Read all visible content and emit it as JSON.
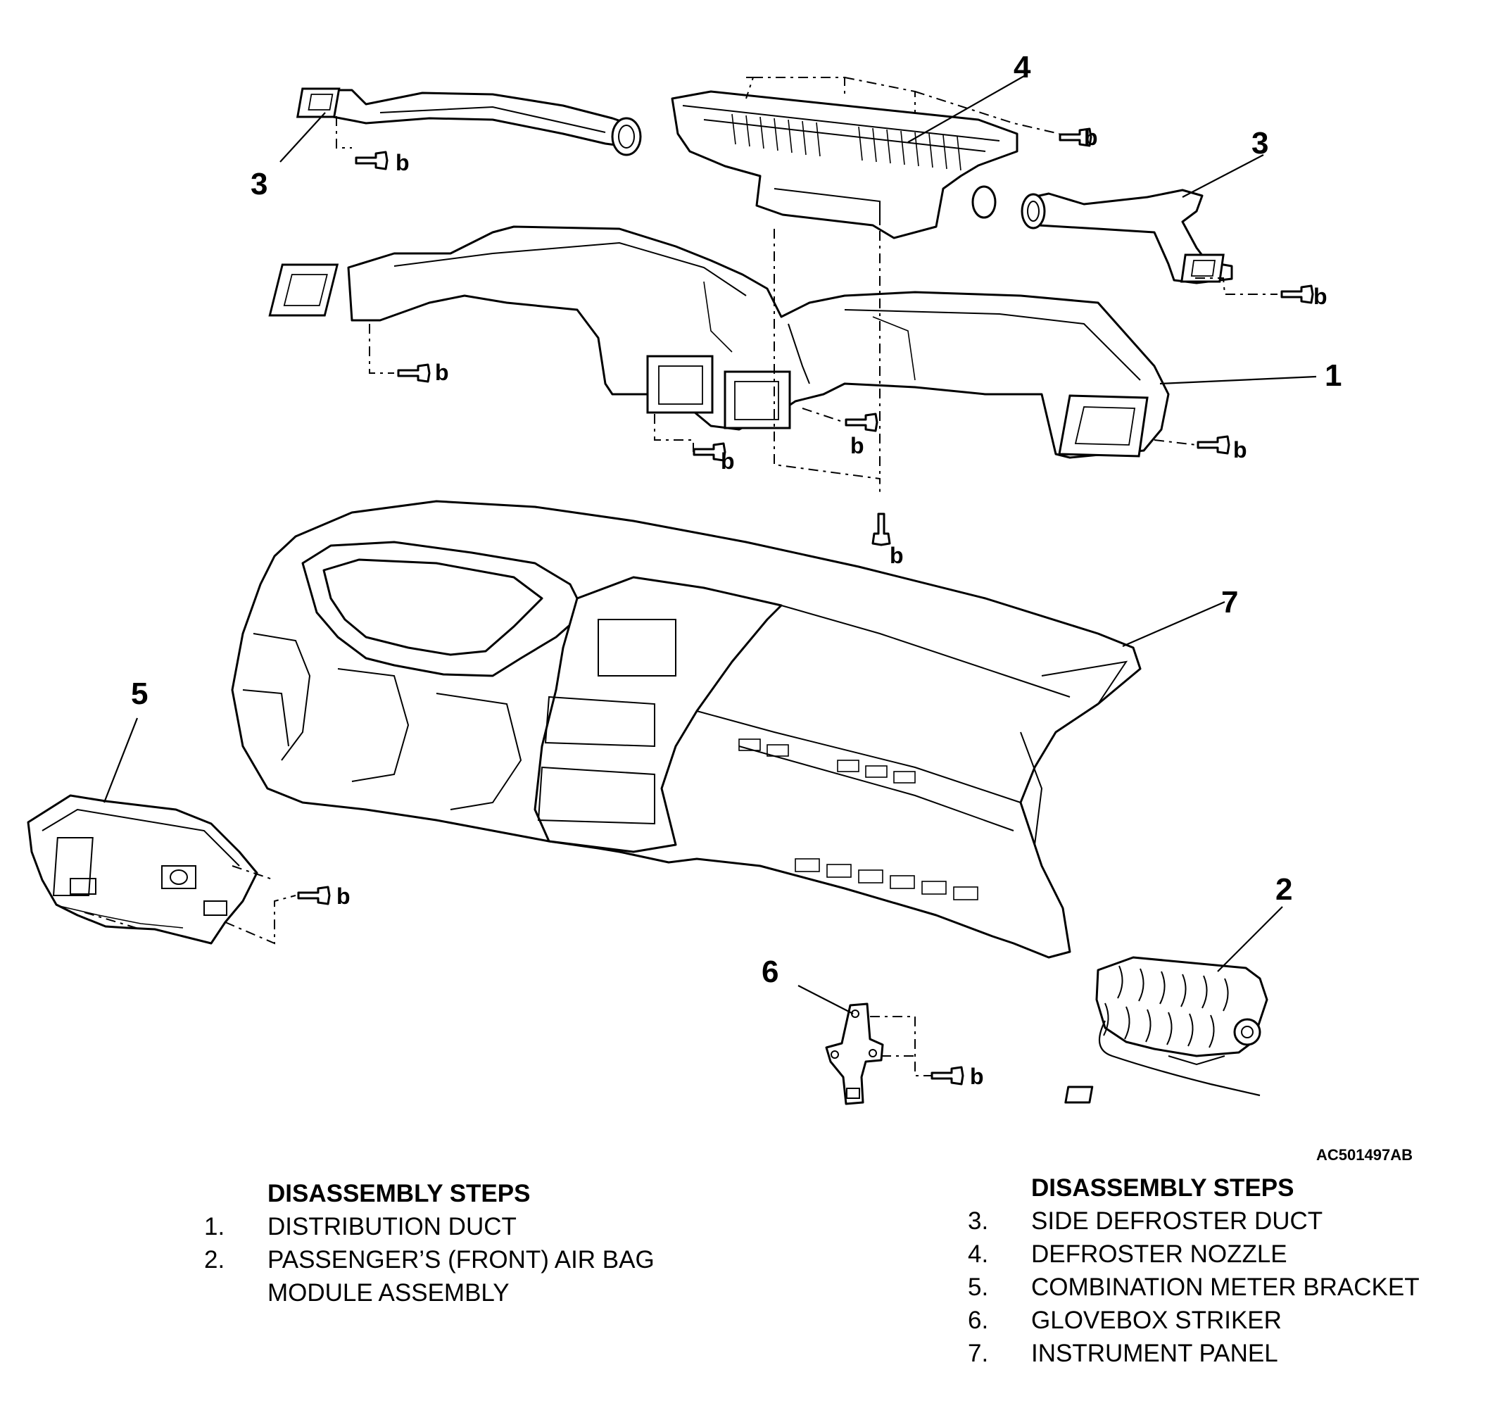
{
  "figure_id": "AC501497AB",
  "callouts": {
    "c1": "1",
    "c2": "2",
    "c3_left": "3",
    "c3_right": "3",
    "c4": "4",
    "c5": "5",
    "c6": "6",
    "c7": "7"
  },
  "bolt_label": "b",
  "steps_left": {
    "heading": "DISASSEMBLY STEPS",
    "items": [
      {
        "num": "1.",
        "lines": [
          "DISTRIBUTION DUCT"
        ]
      },
      {
        "num": "2.",
        "lines": [
          "PASSENGER’S (FRONT) AIR BAG",
          "MODULE ASSEMBLY"
        ]
      }
    ]
  },
  "steps_right": {
    "heading": "DISASSEMBLY STEPS",
    "items": [
      {
        "num": "3.",
        "lines": [
          "SIDE DEFROSTER DUCT"
        ]
      },
      {
        "num": "4.",
        "lines": [
          "DEFROSTER NOZZLE"
        ]
      },
      {
        "num": "5.",
        "lines": [
          "COMBINATION METER BRACKET"
        ]
      },
      {
        "num": "6.",
        "lines": [
          "GLOVEBOX STRIKER"
        ]
      },
      {
        "num": "7.",
        "lines": [
          "INSTRUMENT PANEL"
        ]
      }
    ]
  }
}
